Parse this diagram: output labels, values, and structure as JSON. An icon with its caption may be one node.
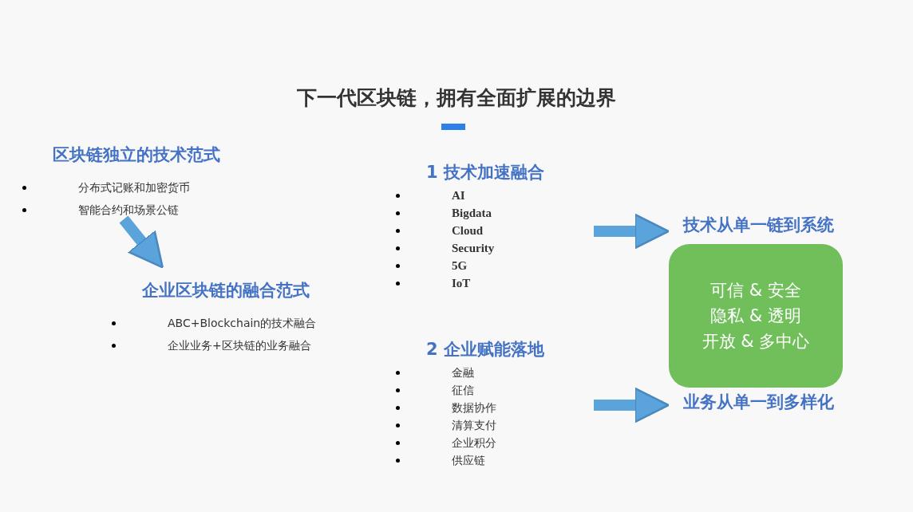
{
  "diagram": {
    "title": "下一代区块链，拥有全面扩展的边界",
    "nodes": [
      {
        "text": [
          "区块链独立的技术范式",
          "分布式记账和加密货币",
          "智能合约和场景公链"
        ]
      },
      {
        "text": [
          "企业区块链的融合范式",
          "ABC+Blockchain的技术融合",
          "企业业务+区块链的业务融合"
        ]
      },
      {
        "text": [
          "1 技术加速融合",
          "AI",
          "Bigdata",
          "Cloud",
          "Security",
          "5G",
          "IoT"
        ]
      },
      {
        "text": [
          "2 企业赋能落地",
          "金融",
          "征信",
          "数据协作",
          "清算支付",
          "企业积分",
          "供应链"
        ]
      },
      {
        "text": [
          "技术从单一链到系统"
        ]
      },
      {
        "text": [
          "可信 & 安全",
          "隐私 & 透明",
          "开放 & 多中心"
        ]
      },
      {
        "text": [
          "业务从单一到多样化"
        ]
      }
    ],
    "edges": [
      {
        "from": 0,
        "to": 1,
        "arrow": "to"
      },
      {
        "from": 2,
        "to": 4,
        "arrow": "to"
      },
      {
        "from": 3,
        "to": 6,
        "arrow": "to"
      }
    ]
  }
}
